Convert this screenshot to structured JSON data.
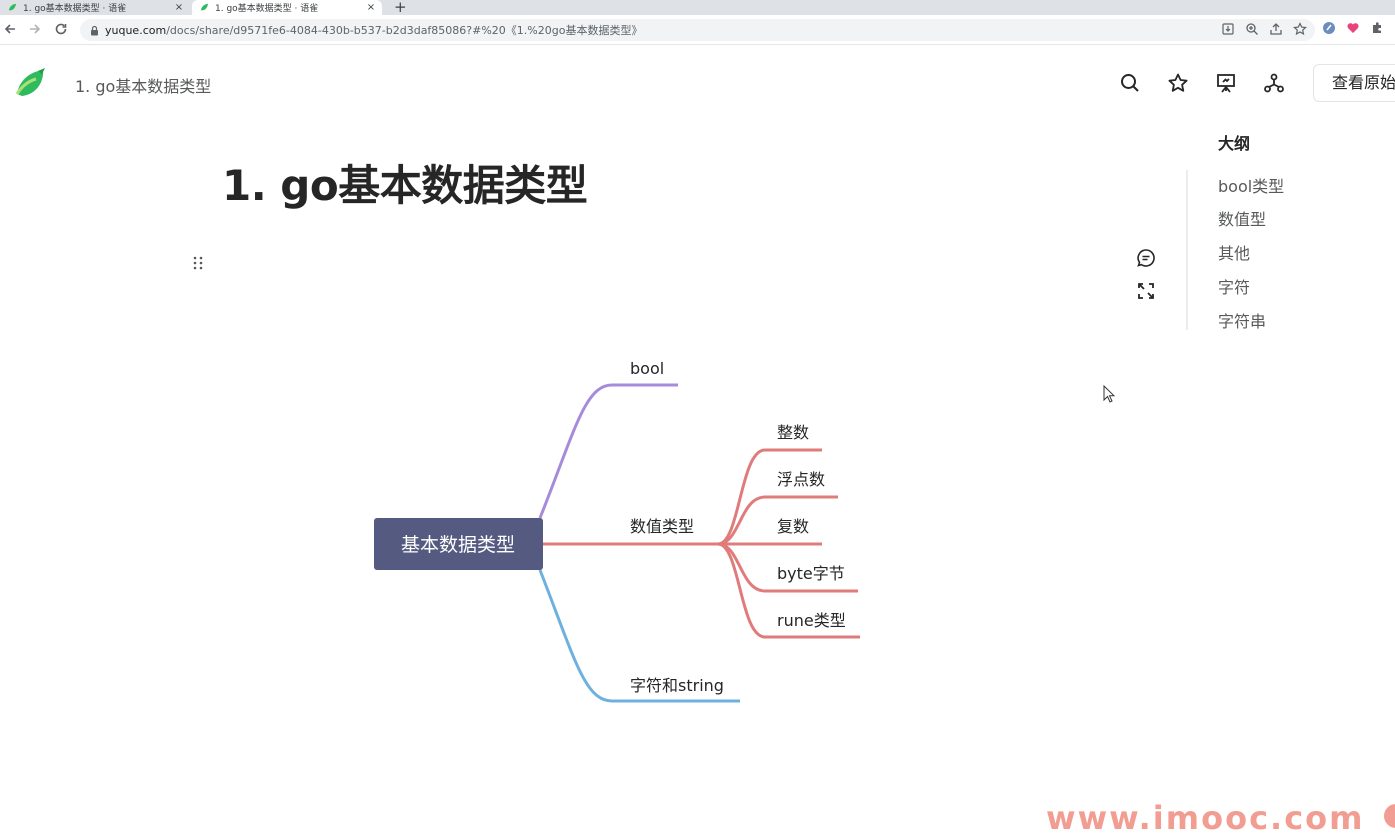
{
  "browser": {
    "tabs": [
      {
        "title": "1. go基本数据类型 · 语雀",
        "active": false
      },
      {
        "title": "1. go基本数据类型 · 语雀",
        "active": true
      }
    ],
    "new_tab": "+",
    "close": "×",
    "url_host": "yuque.com",
    "url_rest": "/docs/share/d9571fe6-4084-430b-b537-b2d3daf85086?#%20《1.%20go基本数据类型》"
  },
  "header": {
    "breadcrumb": "1. go基本数据类型",
    "view_original_label": "查看原始"
  },
  "document": {
    "title": "1. go基本数据类型"
  },
  "outline": {
    "heading": "大纲",
    "items": [
      "bool类型",
      "数值型",
      "其他",
      "字符",
      "字符串"
    ]
  },
  "mindmap": {
    "root": "基本数据类型",
    "branches": [
      {
        "label": "bool",
        "color": "#a78bdb",
        "children": []
      },
      {
        "label": "数值类型",
        "color": "#e07b7b",
        "children": [
          "整数",
          "浮点数",
          "复数",
          "byte字节",
          "rune类型"
        ]
      },
      {
        "label": "字符和string",
        "color": "#6fb1de",
        "children": []
      }
    ],
    "root_color": "#555a80"
  },
  "watermark": "www.imooc.com",
  "colors": {
    "accent_green": "#2fbb5d",
    "text_primary": "#262626",
    "text_secondary": "#585a5a"
  }
}
